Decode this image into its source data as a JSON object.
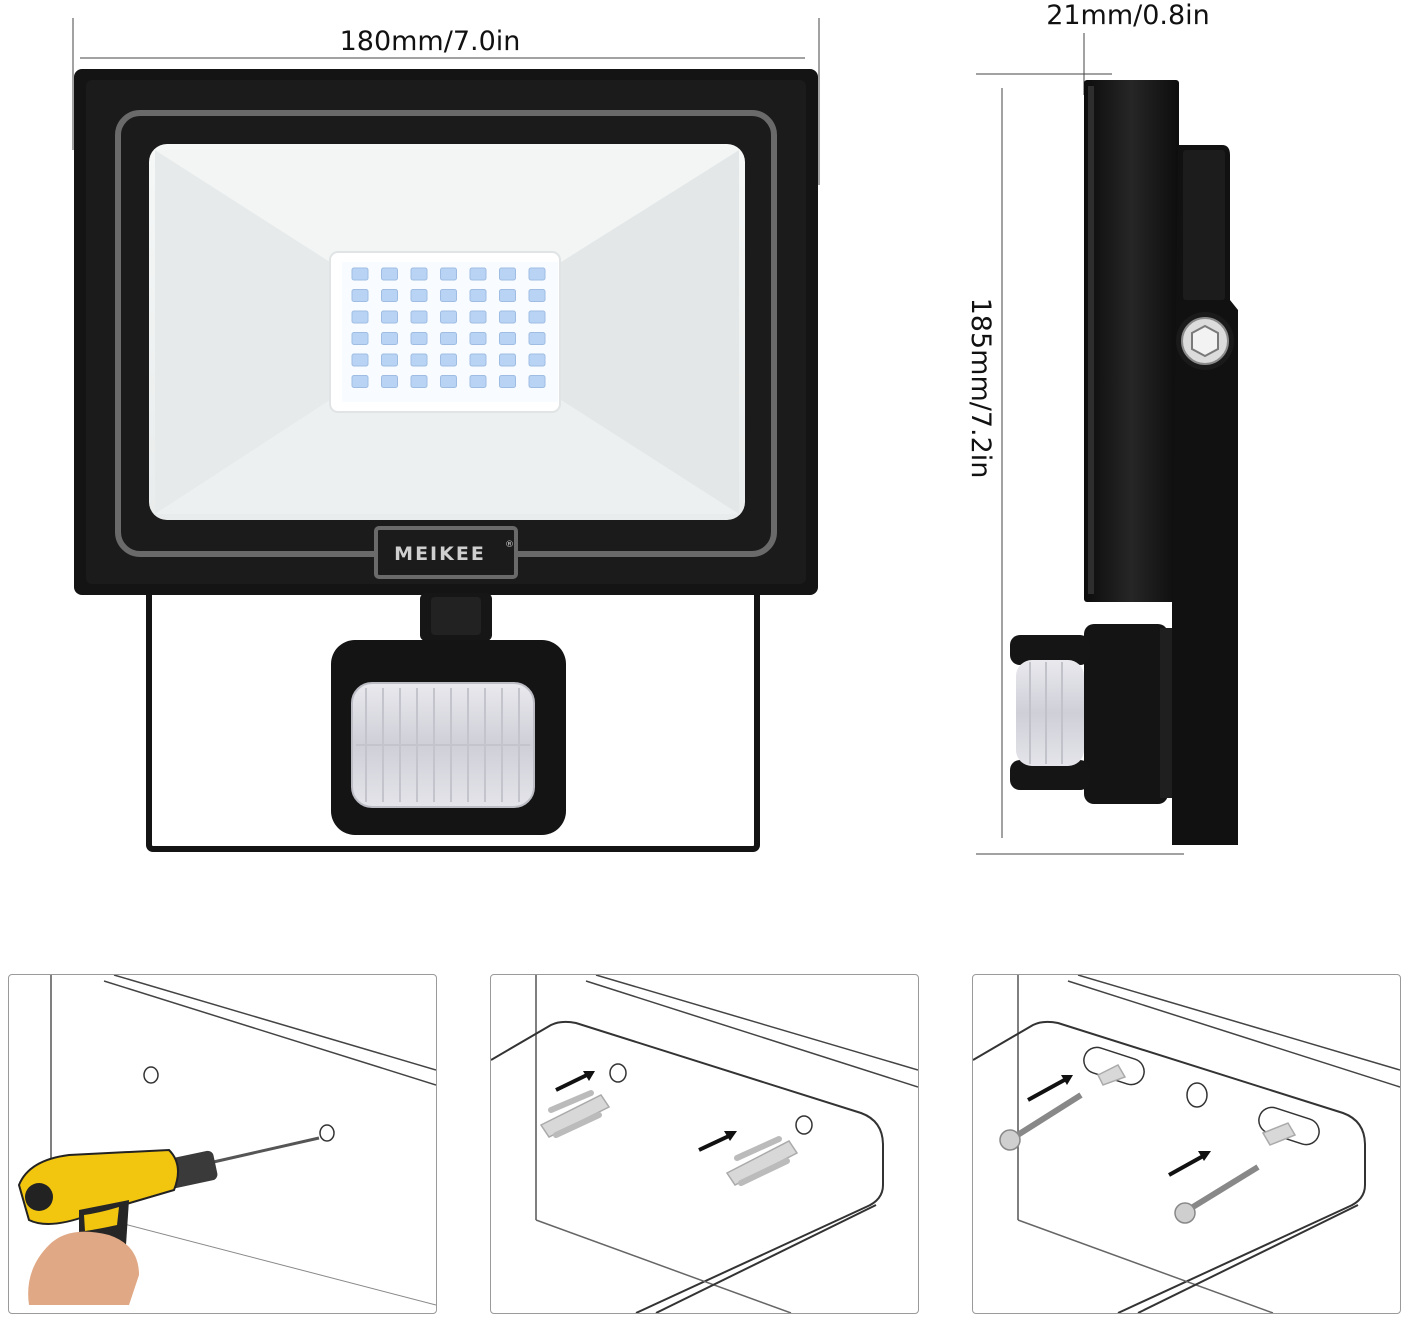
{
  "dimensions": {
    "width_label": "180mm/7.0in",
    "depth_label": "21mm/0.8in",
    "height_label": "185mm/7.2in"
  },
  "product": {
    "brand": "MEIKEE",
    "brand_mark": "®"
  },
  "led_grid": {
    "rows": 6,
    "cols": 7
  },
  "installation_steps": [
    {
      "name": "drill-holes"
    },
    {
      "name": "insert-wall-plugs"
    },
    {
      "name": "fix-screws"
    }
  ],
  "colors": {
    "housing": "#141414",
    "frame_ring": "#6a6a6a",
    "lens": "#f1f3f3",
    "led": "#b9d3f4",
    "drill_body": "#f2c50f"
  }
}
